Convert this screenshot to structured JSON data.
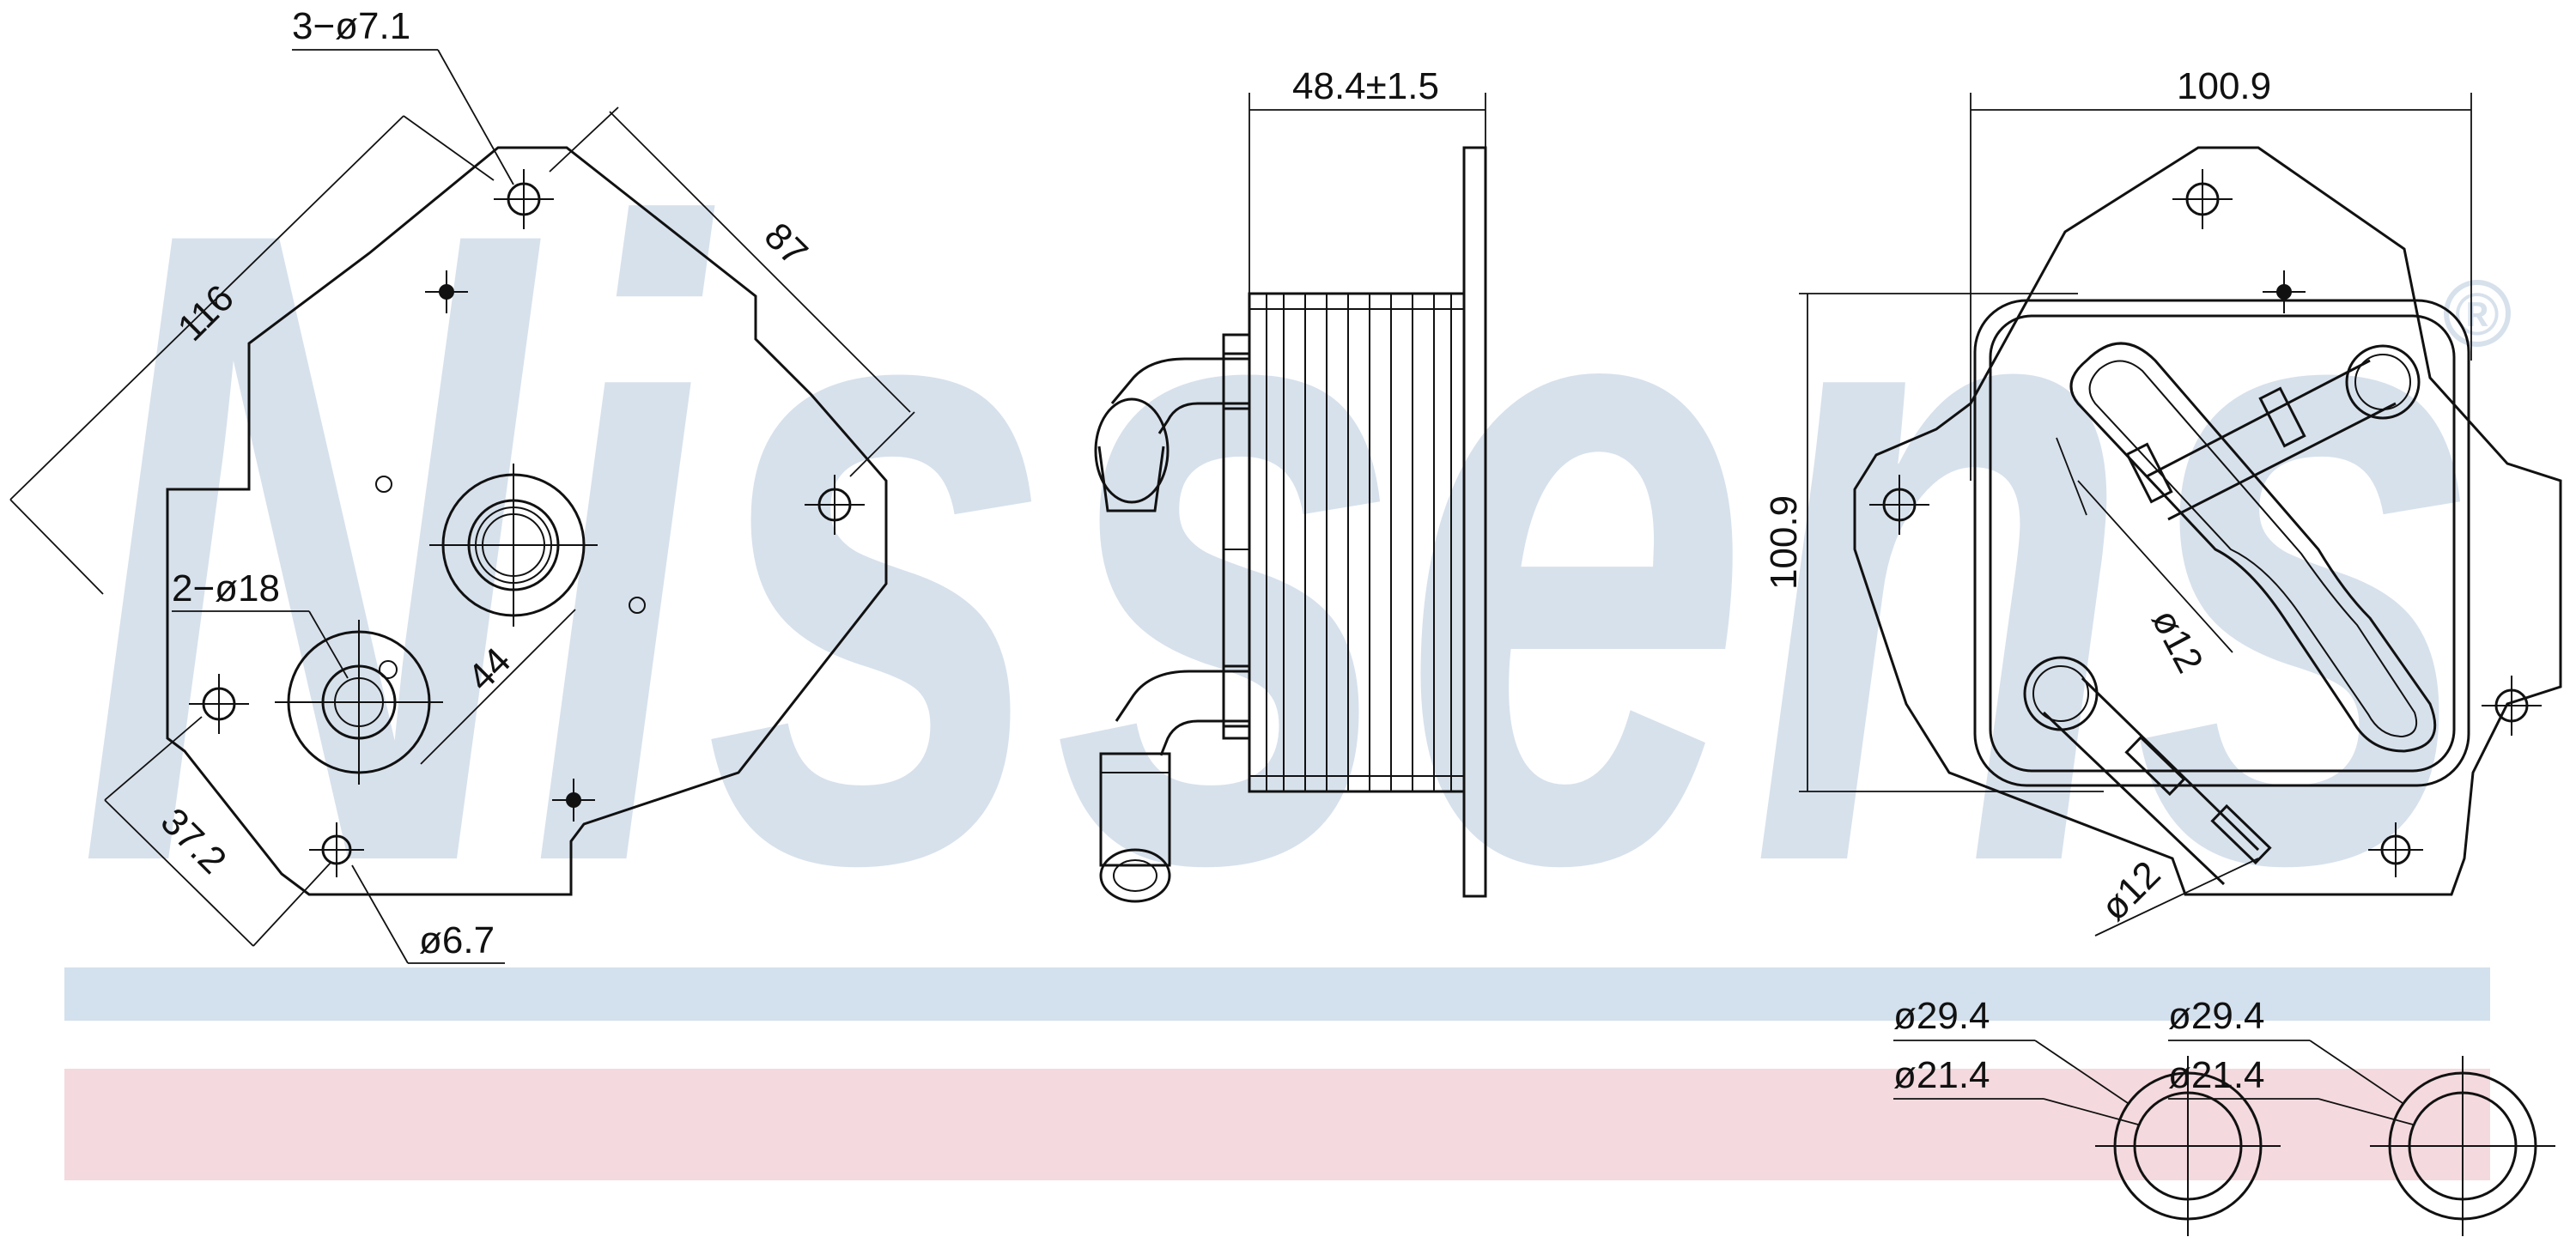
{
  "colors": {
    "watermark": "#d7e1ec",
    "band_top": "#d3e0ed",
    "band_bottom": "#f4d9de",
    "line": "#111111"
  },
  "watermark": {
    "text": "Nissens",
    "mark": "®"
  },
  "views": {
    "front": {
      "holes_label": "3−ø7.1",
      "diag_a": "116",
      "diag_b": "87",
      "ports_label": "2−ø18",
      "port_spacing": "44",
      "offset": "37.2",
      "small_hole": "ø6.7"
    },
    "side": {
      "depth": "48.4±1.5"
    },
    "back": {
      "width": "100.9",
      "height": "100.9",
      "pipe_a": "ø12",
      "pipe_b": "ø12"
    },
    "fittings": [
      {
        "outer": "ø29.4",
        "inner": "ø21.4"
      },
      {
        "outer": "ø29.4",
        "inner": "ø21.4"
      }
    ]
  }
}
